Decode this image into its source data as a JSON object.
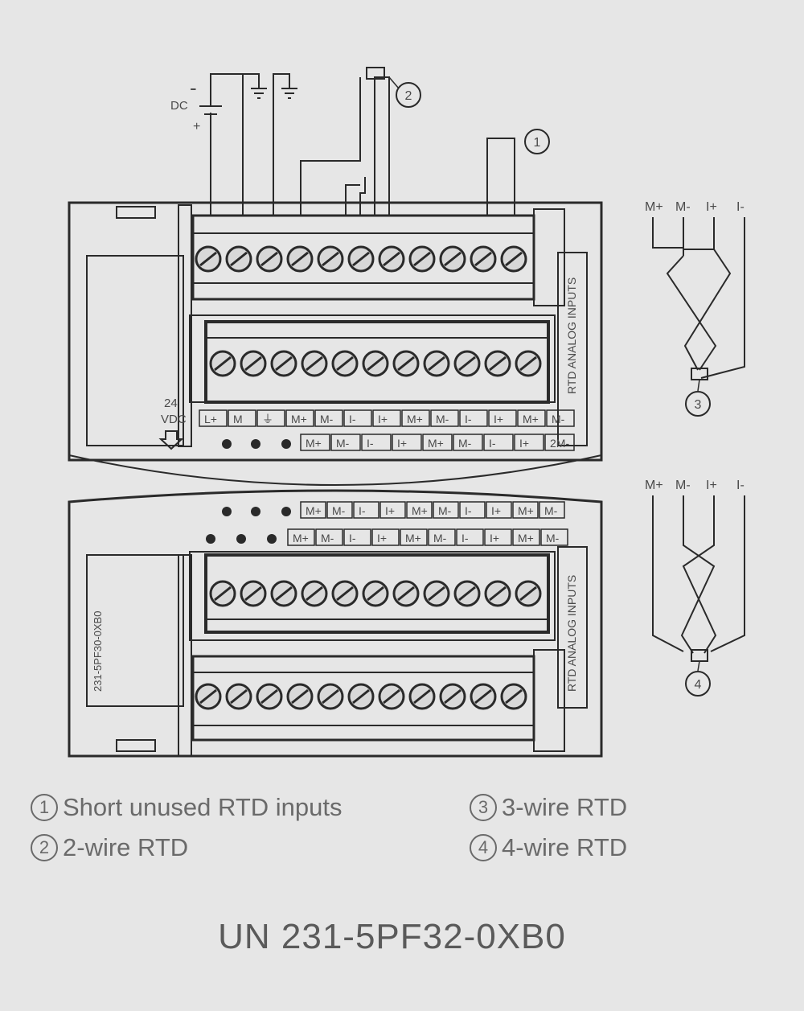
{
  "callouts": [
    "1",
    "2",
    "3",
    "4"
  ],
  "wiring": {
    "dc": "DC",
    "minus": "-",
    "plus": "+",
    "rail_24": "24",
    "rail_vdc": "VDC"
  },
  "module": {
    "side_label_top": "RTD ANALOG INPUTS",
    "side_label_bottom": "RTD ANALOG INPUTS",
    "part_number_vertical": "231-5PF30-0XB0"
  },
  "terminals": {
    "top_row_a": [
      "L+",
      "M",
      "⏚",
      "M+",
      "M-",
      "I-",
      "I+",
      "M+",
      "M-",
      "I-",
      "I+",
      "M+",
      "M-"
    ],
    "top_row_b": [
      "M+",
      "M-",
      "I-",
      "I+",
      "M+",
      "M-",
      "I-",
      "I+",
      "2M-"
    ],
    "bottom_row_a": [
      "M+",
      "M-",
      "I-",
      "I+",
      "M+",
      "M-",
      "I-",
      "I+",
      "M+",
      "M-"
    ],
    "bottom_row_b": [
      "M+",
      "M-",
      "I-",
      "I+",
      "M+",
      "M-",
      "I-",
      "I+",
      "M+",
      "M-"
    ]
  },
  "rtd_3wire": {
    "labels": [
      "M+",
      "M-",
      "I+",
      "I-"
    ]
  },
  "rtd_4wire": {
    "labels": [
      "M+",
      "M-",
      "I+",
      "I-"
    ]
  },
  "legend": [
    {
      "num": "1",
      "text": "Short unused RTD inputs"
    },
    {
      "num": "2",
      "text": "2-wire RTD"
    },
    {
      "num": "3",
      "text": "3-wire RTD"
    },
    {
      "num": "4",
      "text": "4-wire RTD"
    }
  ],
  "title": "UN 231-5PF32-0XB0",
  "colors": {
    "background": "#e6e6e6",
    "line": "#2a2a2a",
    "text": "#6a6a6a"
  }
}
